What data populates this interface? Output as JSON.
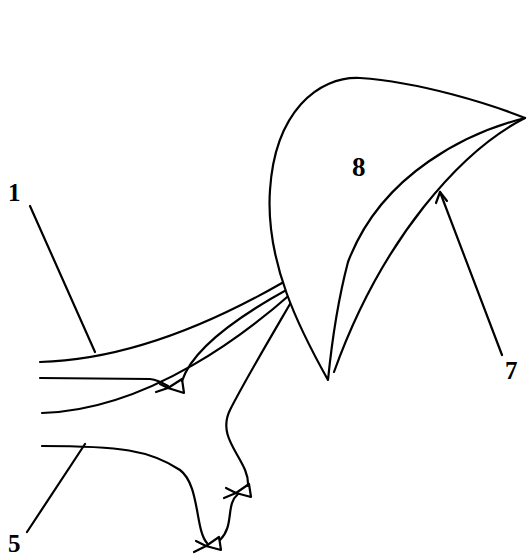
{
  "diagram": {
    "nodes": [
      {
        "text": [
          "8"
        ]
      }
    ],
    "labels": [
      "1",
      "5",
      "7"
    ]
  }
}
